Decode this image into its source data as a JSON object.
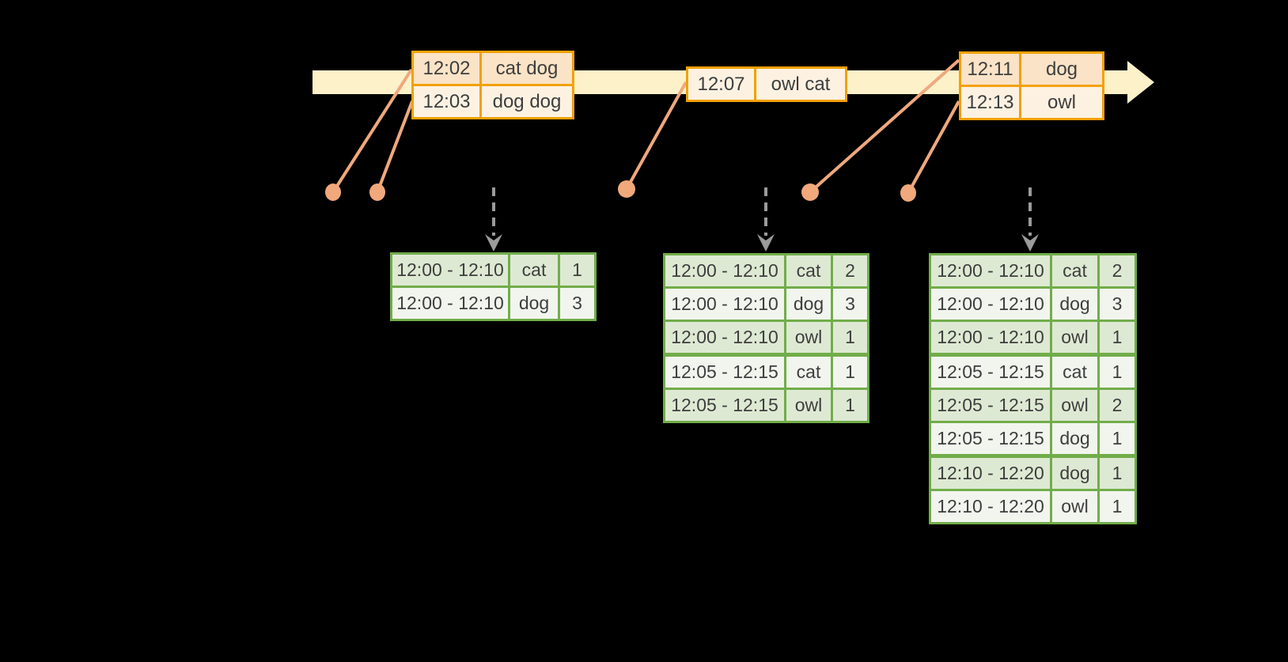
{
  "colors": {
    "bg": "#000000",
    "timeline": "#FDF1CA",
    "connector": "#EFA87D",
    "dot": "#F1A87B",
    "event-border": "#F2A104",
    "event-row-a": "#FAE3C6",
    "event-row-b": "#FDF2E2",
    "result-border": "#71AD4A",
    "result-row-a": "#DEE9D3",
    "result-row-b": "#F2F5EE",
    "arrow-gray": "#9B9B9B",
    "text": "#3E3E3E"
  },
  "event_tables": [
    {
      "rows": [
        [
          "12:02",
          "cat dog"
        ],
        [
          "12:03",
          "dog dog"
        ]
      ]
    },
    {
      "rows": [
        [
          "12:07",
          "owl cat"
        ]
      ]
    },
    {
      "rows": [
        [
          "12:11",
          "dog"
        ],
        [
          "12:13",
          "owl"
        ]
      ]
    }
  ],
  "result_tables": [
    {
      "rows": [
        [
          "12:00 - 12:10",
          "cat",
          "1"
        ],
        [
          "12:00 - 12:10",
          "dog",
          "3"
        ]
      ]
    },
    {
      "rows": [
        [
          "12:00 - 12:10",
          "cat",
          "2"
        ],
        [
          "12:00 - 12:10",
          "dog",
          "3"
        ],
        [
          "12:00 - 12:10",
          "owl",
          "1"
        ],
        [
          "12:05 - 12:15",
          "cat",
          "1"
        ],
        [
          "12:05 - 12:15",
          "owl",
          "1"
        ]
      ]
    },
    {
      "rows": [
        [
          "12:00 - 12:10",
          "cat",
          "2"
        ],
        [
          "12:00 - 12:10",
          "dog",
          "3"
        ],
        [
          "12:00 - 12:10",
          "owl",
          "1"
        ],
        [
          "12:05 - 12:15",
          "cat",
          "1"
        ],
        [
          "12:05 - 12:15",
          "owl",
          "2"
        ],
        [
          "12:05 - 12:15",
          "dog",
          "1"
        ],
        [
          "12:10 - 12:20",
          "dog",
          "1"
        ],
        [
          "12:10 - 12:20",
          "owl",
          "1"
        ]
      ]
    }
  ]
}
